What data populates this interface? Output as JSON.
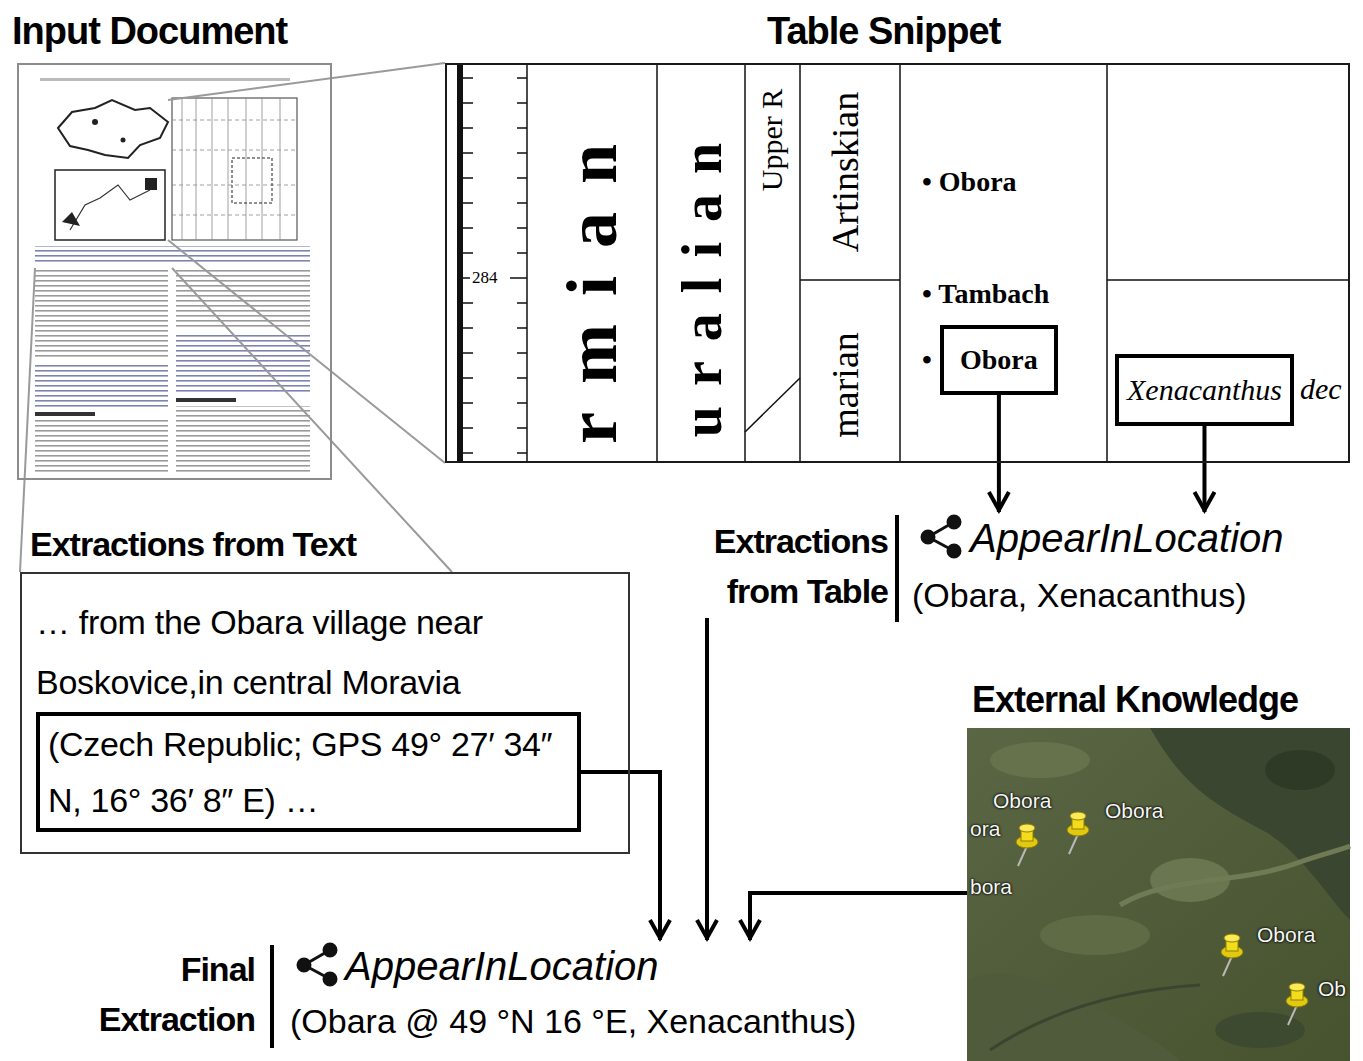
{
  "diagram": {
    "nodes": [
      {
        "text": [
          "Input Document"
        ]
      },
      {
        "text": [
          "Table Snippet"
        ]
      },
      {
        "text": [
          "Obora"
        ],
        "in": 1
      },
      {
        "text": [
          "Xenacanthus"
        ],
        "in": 1
      },
      {
        "text": [
          "Extractions from Text",
          "… from the Obara village near Boskovice,in central Moravia"
        ]
      },
      {
        "text": [
          "(Czech Republic; GPS 49° 27′ 34″ N, 16° 36′ 8″ E) …"
        ],
        "in": 4
      },
      {
        "text": [
          "Extractions from Table",
          "AppearInLocation",
          "(Obara, Xenacanthus)"
        ]
      },
      {
        "text": [
          "External Knowledge"
        ]
      },
      {
        "text": [
          "Final Extraction",
          "AppearInLocation",
          "(Obara @ 49 °N 16 °E, Xenacanthus)"
        ]
      }
    ],
    "edges": [
      {
        "from": 2,
        "to": 6,
        "arrow": "to"
      },
      {
        "from": 3,
        "to": 6,
        "arrow": "to"
      },
      {
        "from": 5,
        "to": 8,
        "arrow": "to"
      },
      {
        "from": 6,
        "to": 8,
        "arrow": "to"
      },
      {
        "from": 7,
        "to": 8,
        "arrow": "to"
      }
    ],
    "labels": [
      "284",
      "rmian",
      "uralian",
      "Upper R",
      "Artinskian",
      "marian",
      "• Obora",
      "• Tambach",
      "•",
      "dec",
      "Obora",
      "ora",
      "Obora",
      "bora",
      "Obora",
      "Ob"
    ]
  }
}
